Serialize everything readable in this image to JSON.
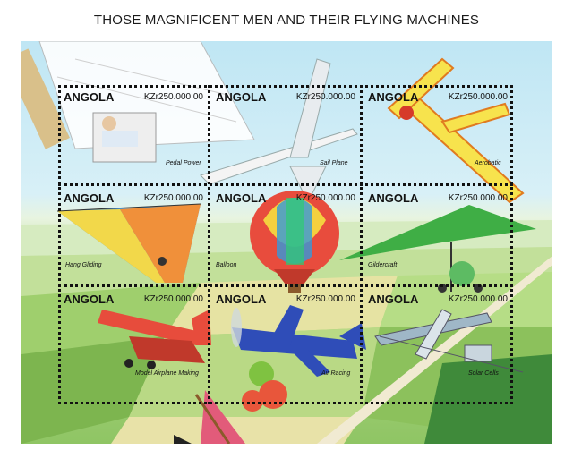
{
  "sheet": {
    "title": "THOSE MAGNIFICENT MEN AND THEIR FLYING MACHINES"
  },
  "stamps": [
    {
      "country": "ANGOLA",
      "value": "KZr250.000.00",
      "caption": "Pedal Power"
    },
    {
      "country": "ANGOLA",
      "value": "KZr250.000.00",
      "caption": "Sail Plane"
    },
    {
      "country": "ANGOLA",
      "value": "KZr250.000.00",
      "caption": "Aerobatic"
    },
    {
      "country": "ANGOLA",
      "value": "KZr250.000.00",
      "caption": "Hang Gliding"
    },
    {
      "country": "ANGOLA",
      "value": "KZr250.000.00",
      "caption": "Balloon"
    },
    {
      "country": "ANGOLA",
      "value": "KZr250.000.00",
      "caption": "Gildercraft"
    },
    {
      "country": "ANGOLA",
      "value": "KZr250.000.00",
      "caption": "Model Airplane Making"
    },
    {
      "country": "ANGOLA",
      "value": "KZr250.000.00",
      "caption": "Air Racing"
    },
    {
      "country": "ANGOLA",
      "value": "KZr250.000.00",
      "caption": "Solar Cells"
    }
  ],
  "colors": {
    "sky": "#cdebf5",
    "field": "#a9d37f",
    "perforation": "#111111"
  }
}
